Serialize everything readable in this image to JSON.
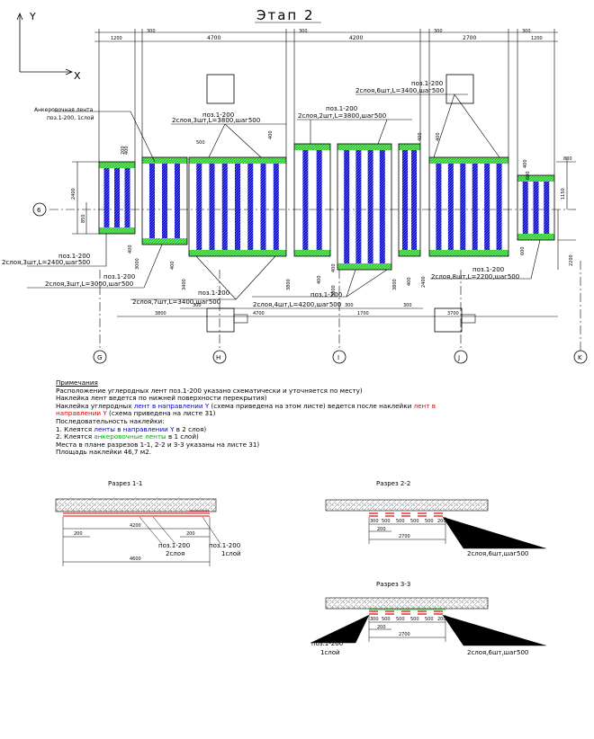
{
  "title": "Этап 2",
  "axes": {
    "y": "Y",
    "x": "X"
  },
  "colors": {
    "strip_blue": "#1212c8",
    "strip_green": "#2ecc2e",
    "red_band": "#dd0000",
    "line": "#000000"
  },
  "top_dims": [
    "1200",
    "300",
    "4700",
    "300",
    "4200",
    "300",
    "2700",
    "300",
    "1200"
  ],
  "bottom_dims": [
    "3800",
    "300",
    "4700",
    "300",
    "1700",
    "300",
    "3700"
  ],
  "axis_labels": [
    "G",
    "H",
    "I",
    "J",
    "K",
    "6"
  ],
  "side_dims": [
    "2400",
    "850",
    "400",
    "3000",
    "3400",
    "400",
    "3800",
    "400",
    "3800",
    "3800",
    "400",
    "2400",
    "1150",
    "800",
    "600",
    "2200",
    "400",
    "400",
    "400",
    "500",
    "400",
    "400",
    "200",
    "600",
    "400"
  ],
  "callouts": {
    "anchor_label": "Анкеровочная лента",
    "anchor_pos": "поз.1-200, 1слой",
    "c1_pos": "поз.1-200",
    "c1_desc": "2слоя,3шт,L=3800,шаг500",
    "c2_pos": "поз.1-200",
    "c2_desc": "2слоя,2шт,L=3800,шаг500",
    "c3_pos": "поз.1-200",
    "c3_desc": "2слоя,6шт,L=3400,шаг500",
    "c4_pos": "поз.1-200",
    "c4_desc": "2слоя,3шт,L=2400,шаг500",
    "c5_pos": "поз.1-200",
    "c5_desc": "2слоя,3шт,L=3000,шаг500",
    "c6_pos": "поз.1-200",
    "c6_desc": "2слоя,7шт,L=3400,шаг500",
    "c7_pos": "поз.1-200",
    "c7_desc": "2слоя,4шт,L=4200,шаг500",
    "c8_pos": "поз.1-200",
    "c8_desc": "2слоя,8шт,L=2200,шаг500"
  },
  "notes": {
    "heading": "Примечания",
    "l1": "Расположение углеродных лент поз.1-200 указано схематически и уточняется по месту)",
    "l2": "Наклейка лент ведется по нижней поверхности перекрытия)",
    "l3a": "Наклейка углеродных ",
    "l3b": "лент в направлении Y",
    "l3c": " (схема приведена на этом листе) ведется после наклейки ",
    "l3d": "лент в",
    "l4a": "направлении Y",
    "l4b": " (схема приведена на листе 31)",
    "l5": "Последовательность наклейки:",
    "l6a": "1. Клеятся ",
    "l6b": "ленты в направлении Y",
    "l6c": " в 2 слоя)",
    "l7a": "2. Клеятся ",
    "l7b": "анкеровочные ленты",
    "l7c": " в 1 слой)",
    "l8": "Места в плане разрезов 1-1, 2-2 и 3-3 указаны на листе 31)",
    "l9": "Площадь наклейки 46,7 м2."
  },
  "sections": {
    "s1": {
      "title": "Разрез 1-1",
      "d1": "4200",
      "d2": "200",
      "d3": "200",
      "d4": "4600",
      "l1": "поз.1-200",
      "l2": "2слоя",
      "l3": "поз.1-200",
      "l4": "1слой"
    },
    "s2": {
      "title": "Разрез 2-2",
      "ticks": [
        "300",
        "500",
        "500",
        "500",
        "500",
        "200"
      ],
      "d1": "200",
      "d2": "2700",
      "l1": "поз.1-200",
      "l2": "2слоя,6шт,шаг500"
    },
    "s3": {
      "title": "Разрез 3-3",
      "ticks": [
        "300",
        "500",
        "500",
        "500",
        "500",
        "200"
      ],
      "d1": "200",
      "d2": "2700",
      "l1": "поз.1-200",
      "l2": "1слой",
      "l3": "поз.1-200",
      "l4": "2слоя,6шт,шаг500"
    }
  }
}
